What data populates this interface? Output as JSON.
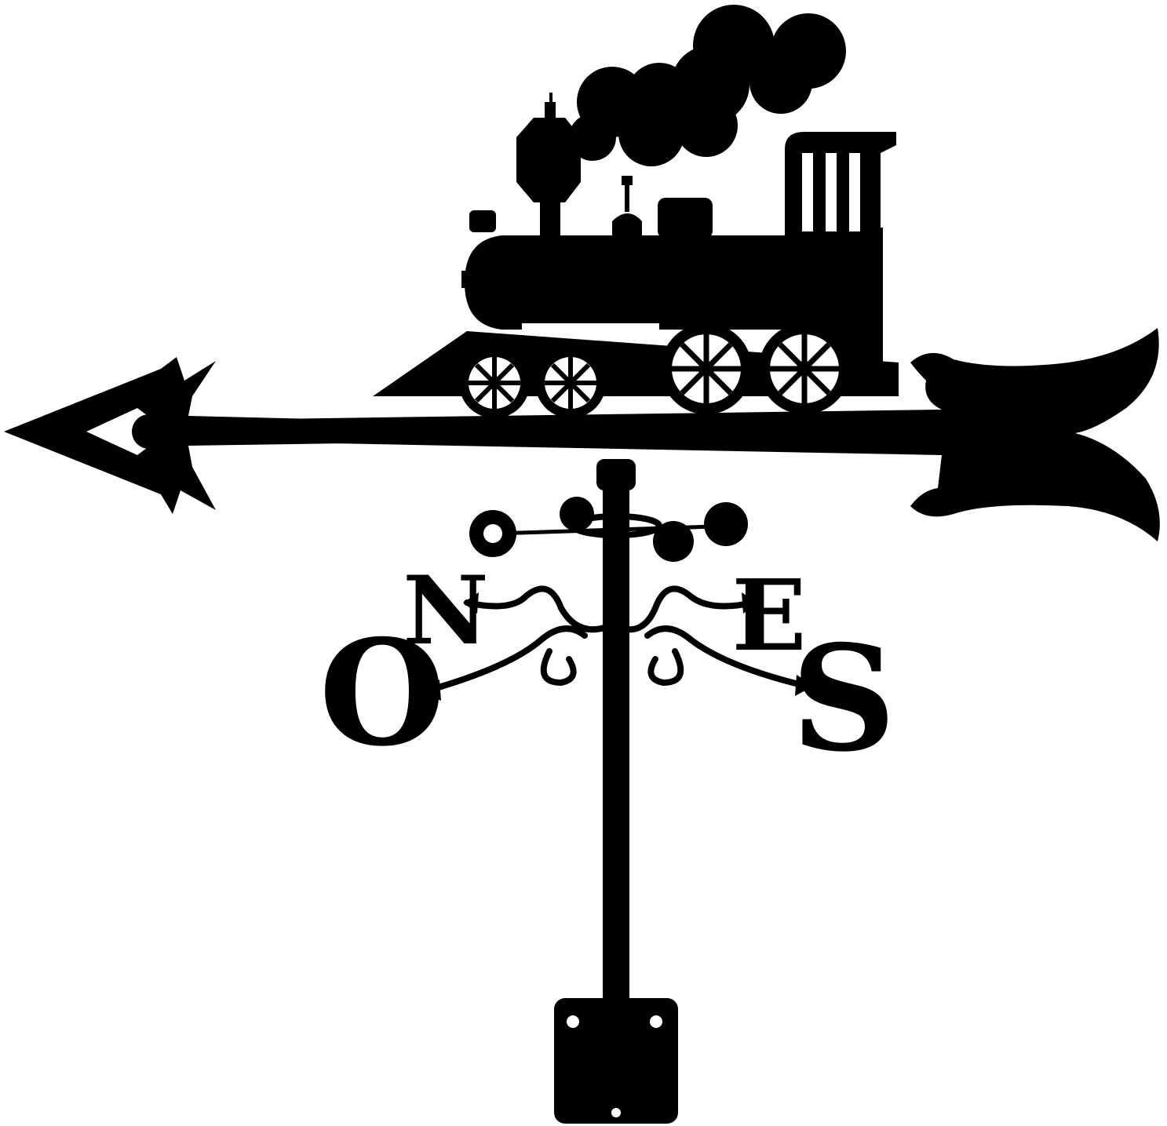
{
  "scene": {
    "background": "#ffffff",
    "ink": "#000000",
    "compass": {
      "north": "N",
      "east": "E",
      "south": "S",
      "west": "O"
    }
  }
}
